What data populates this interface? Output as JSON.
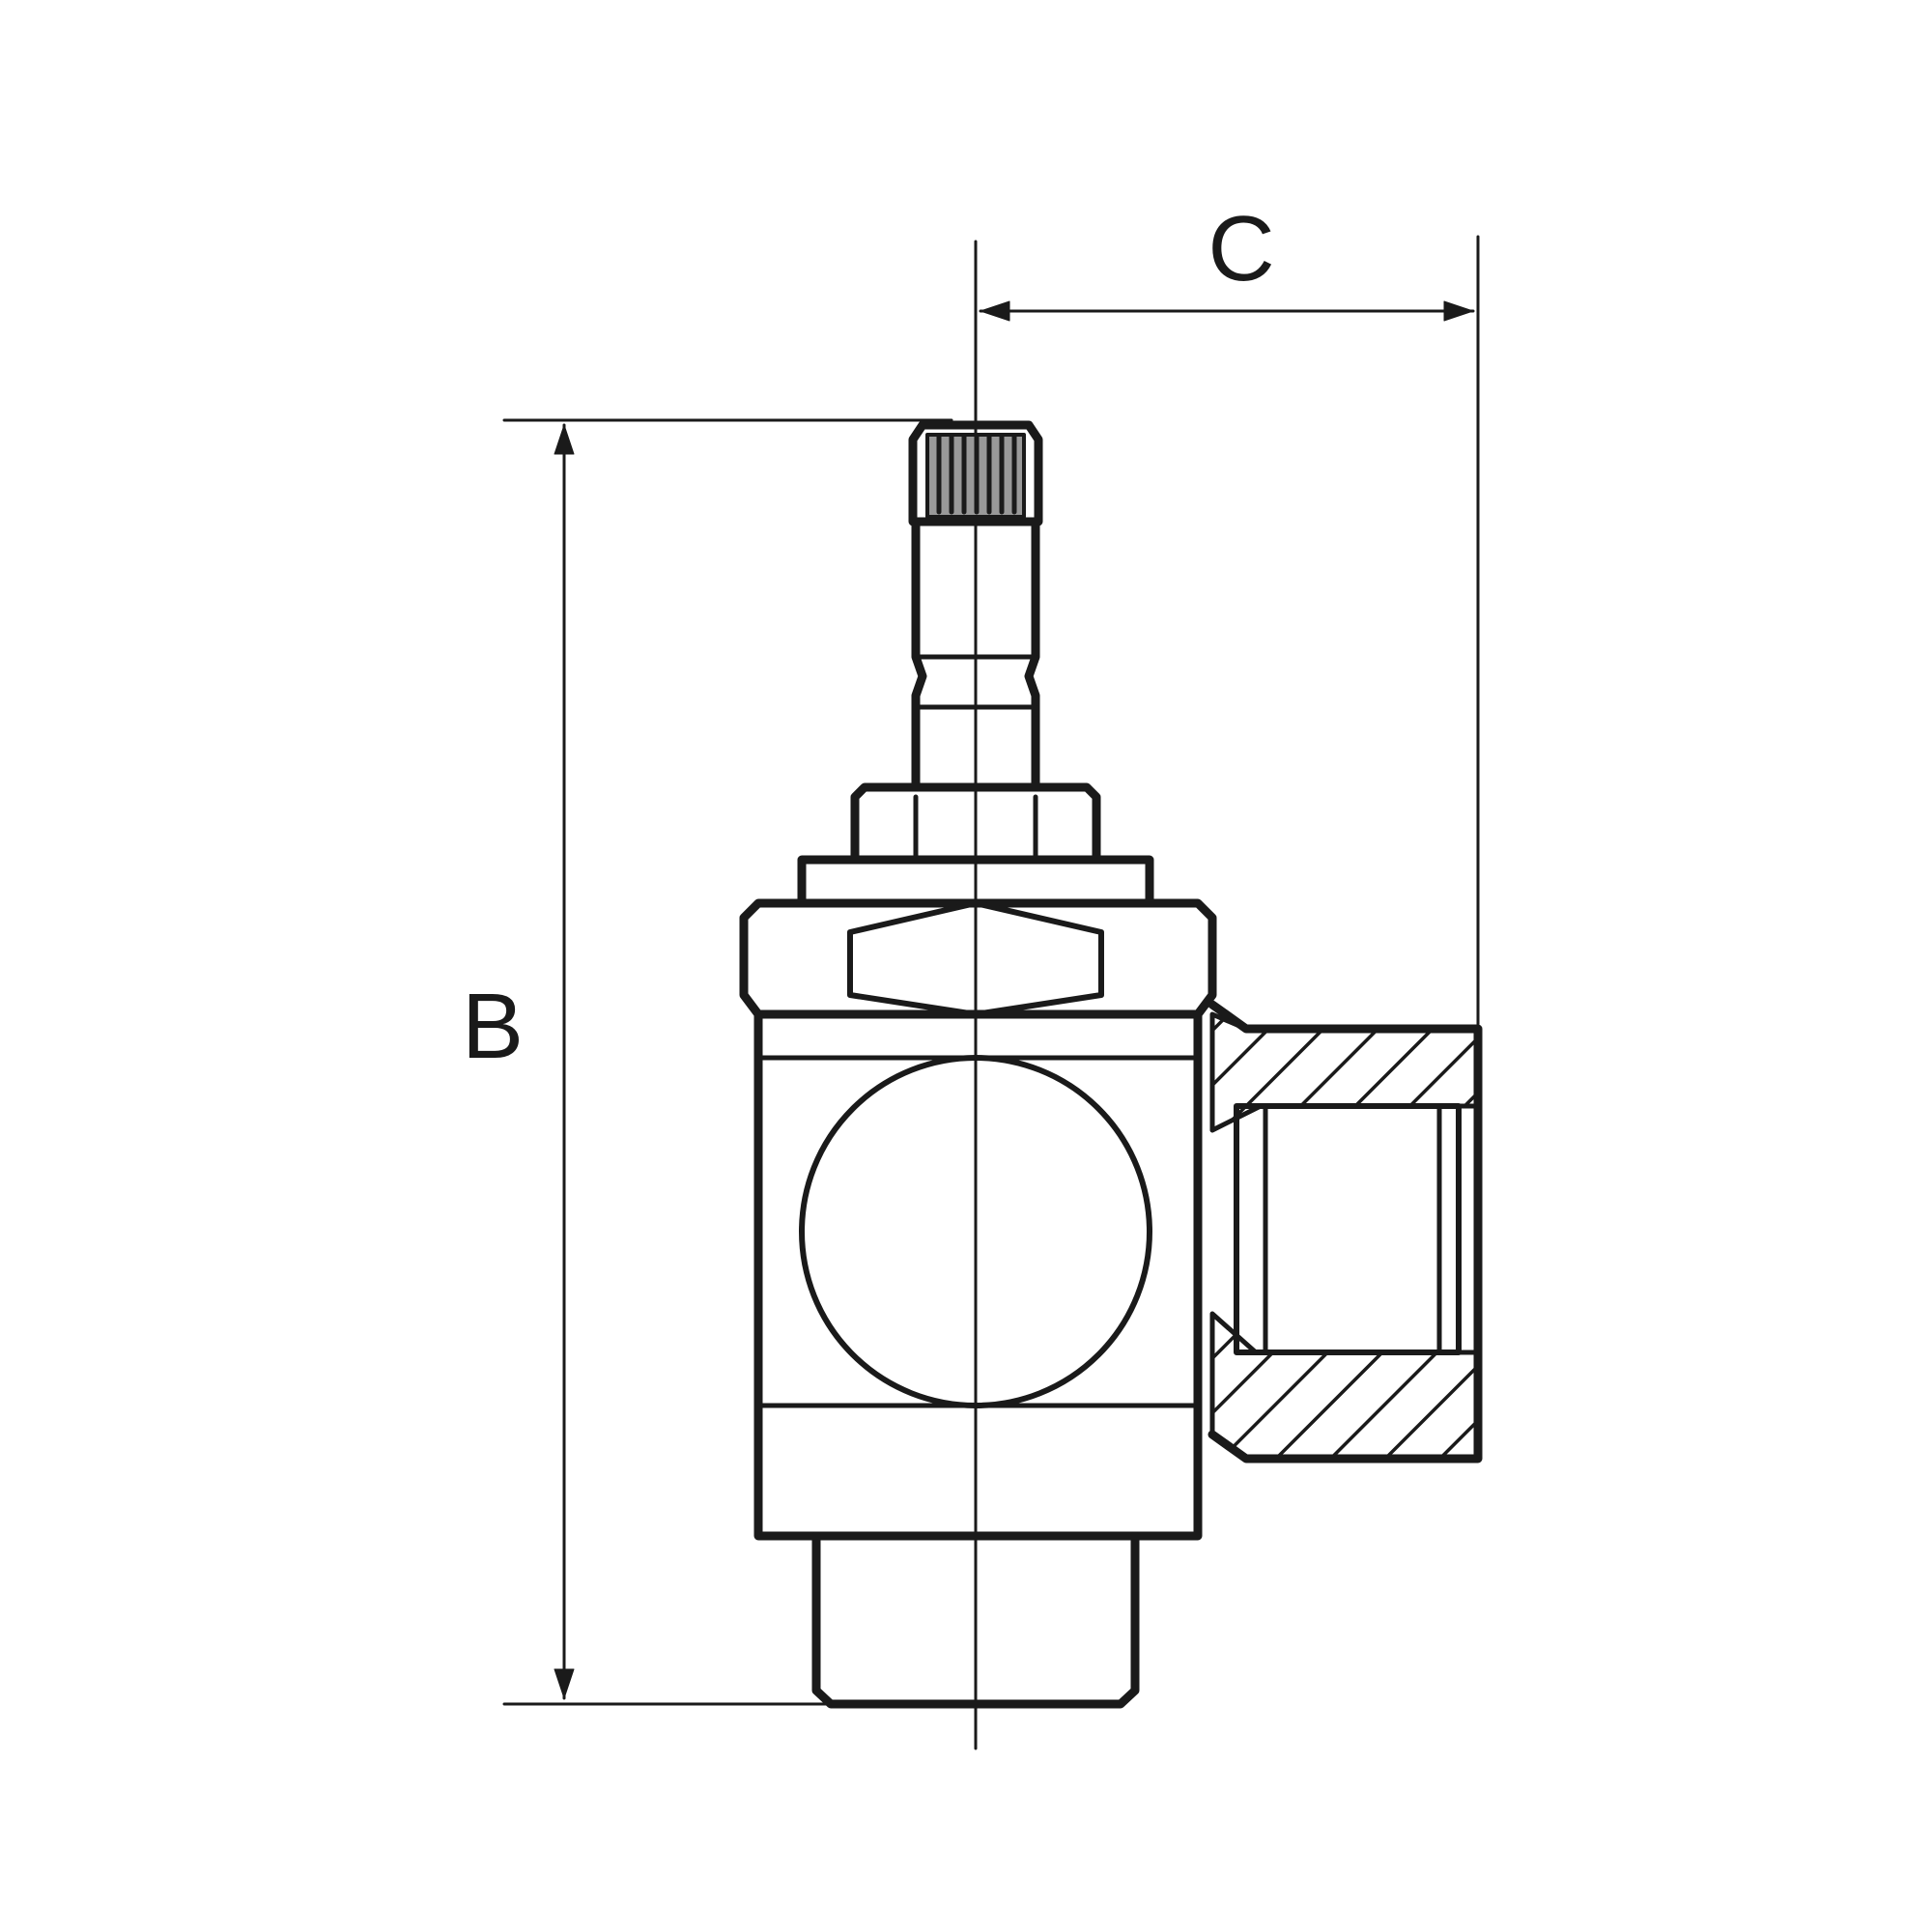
{
  "diagram": {
    "subject": "angle flow control valve with knurled adjusting screw",
    "labels": {
      "B": "B",
      "C": "C"
    },
    "colors": {
      "line": "#1a1a1a",
      "background": "#ffffff"
    }
  }
}
